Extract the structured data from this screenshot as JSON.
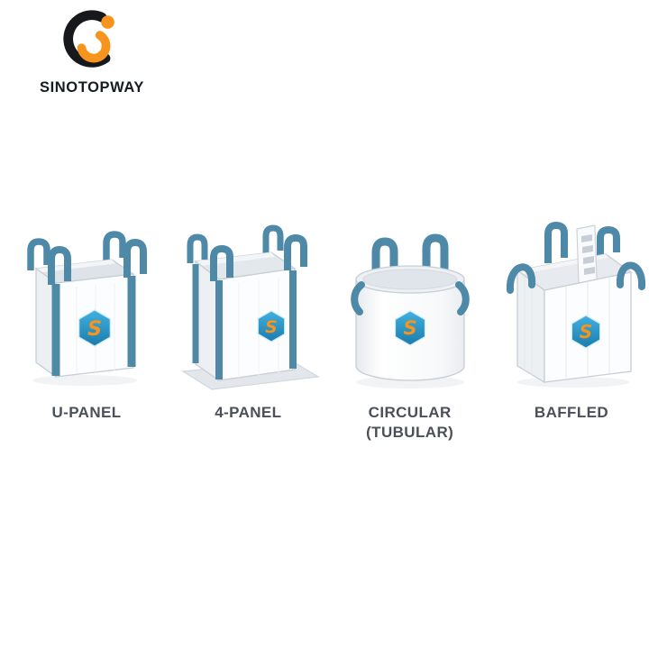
{
  "brand": {
    "name": "SINOTOPWAY",
    "logo_icon": "s-swirl-logo",
    "logo_colors": {
      "dark": "#17181c",
      "orange": "#f7941d"
    }
  },
  "badge": {
    "letter": "S",
    "fill": "#2b97c6",
    "letter_color": "#f7941d"
  },
  "bags": [
    {
      "type": "u-panel",
      "label_line1": "U-PANEL",
      "label_line2": ""
    },
    {
      "type": "4-panel",
      "label_line1": "4-PANEL",
      "label_line2": ""
    },
    {
      "type": "circular-tubular",
      "label_line1": "CIRCULAR",
      "label_line2": "(TUBULAR)"
    },
    {
      "type": "baffled",
      "label_line1": "BAFFLED",
      "label_line2": ""
    }
  ],
  "illustration_colors": {
    "strap_blue": "#4e8aa8",
    "bag_white": "#fcfdfe",
    "bag_shade": "#edf0f3",
    "outline": "#c8ced4",
    "label_text": "#4b5058"
  }
}
